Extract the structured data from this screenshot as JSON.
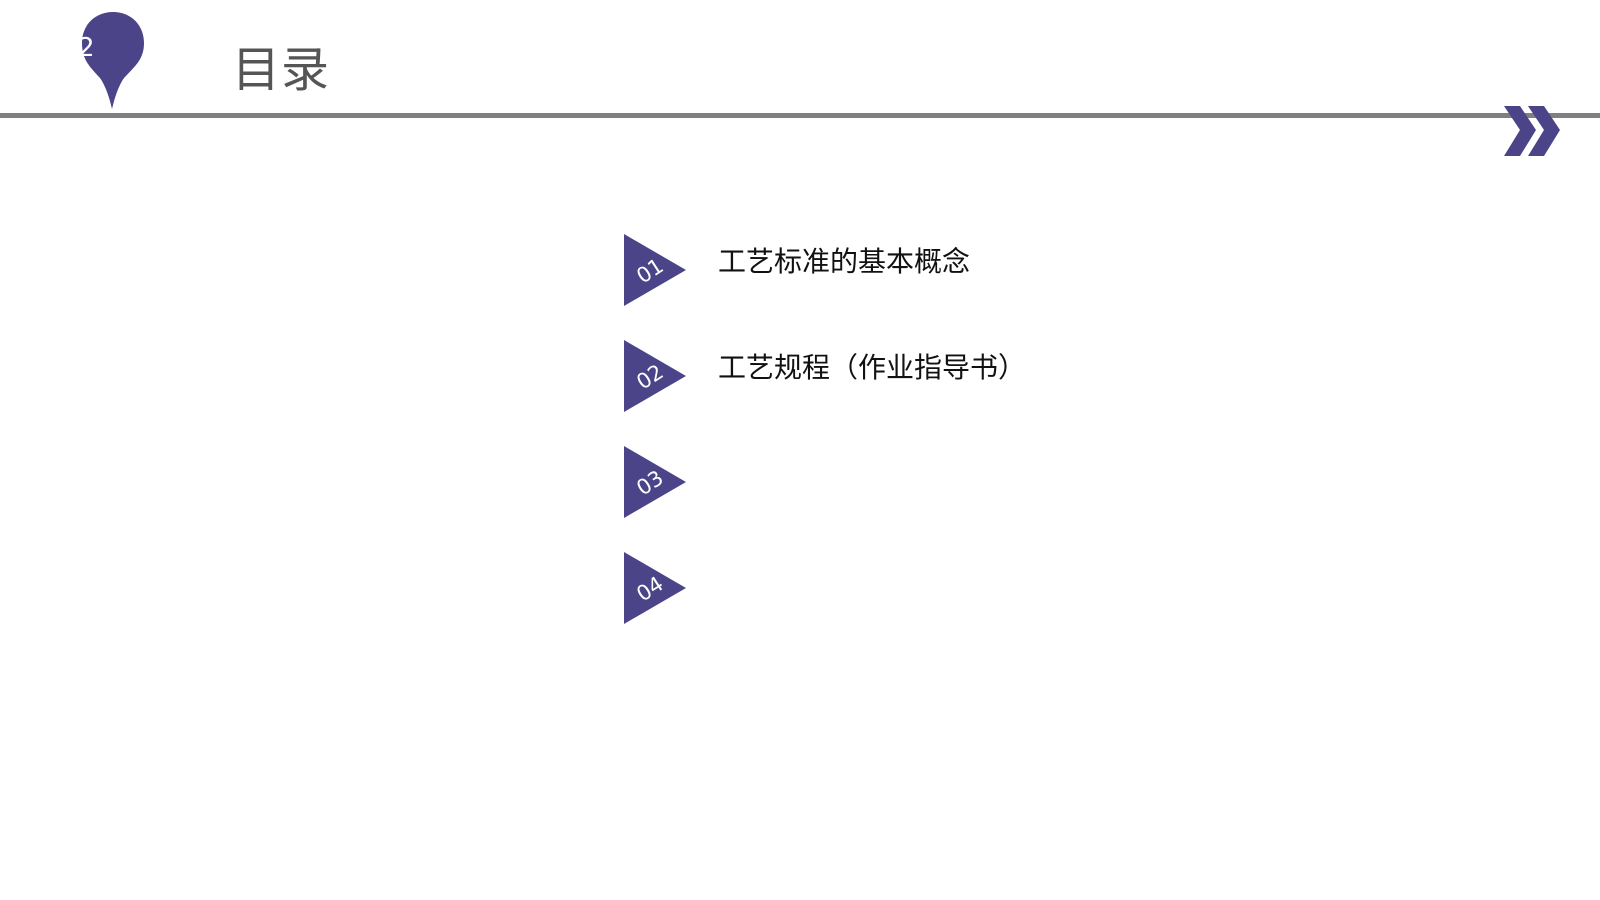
{
  "header": {
    "title": "目录",
    "pin_glyph": "2",
    "pin_icon": "map-pin-icon",
    "nav_icon": "double-chevron-right-icon"
  },
  "toc": {
    "items": [
      {
        "number": "01",
        "label": "工艺标准的基本概念"
      },
      {
        "number": "02",
        "label": "工艺规程（作业指导书）"
      },
      {
        "number": "03",
        "label": ""
      },
      {
        "number": "04",
        "label": ""
      }
    ]
  },
  "colors": {
    "accent": "#4B4489",
    "rule": "#808080",
    "title": "#555555",
    "text": "#111111",
    "background": "#FFFFFF"
  }
}
